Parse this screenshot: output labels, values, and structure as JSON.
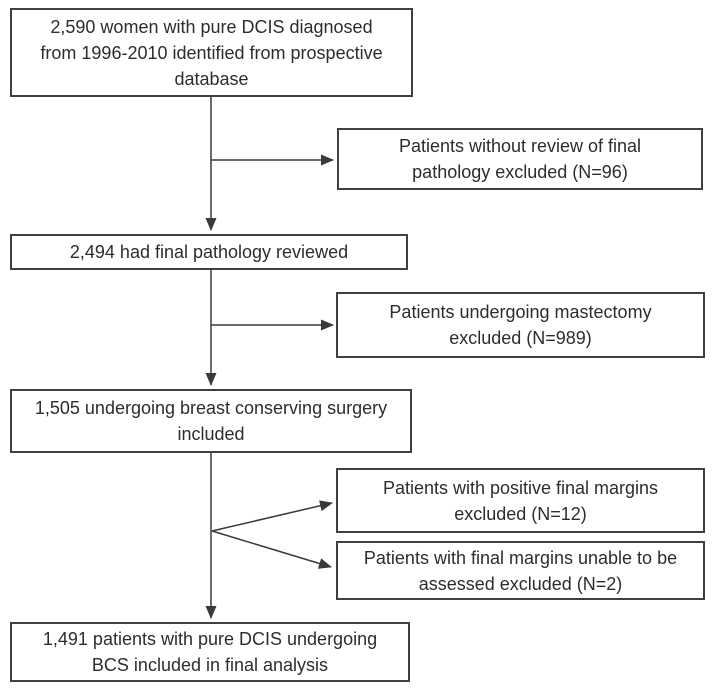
{
  "flowchart": {
    "type": "patient-flow-diagram",
    "main_boxes": [
      {
        "id": "cohort-identified",
        "n": "2,590",
        "lines": [
          "2,590 women with pure DCIS diagnosed",
          "from 1996-2010 identified from prospective",
          "database"
        ]
      },
      {
        "id": "pathology-reviewed",
        "n": "2,494",
        "lines": [
          "2,494 had final pathology reviewed"
        ]
      },
      {
        "id": "bcs-included",
        "n": "1,505",
        "lines": [
          "1,505 undergoing breast conserving surgery",
          "included"
        ]
      },
      {
        "id": "final-analysis",
        "n": "1,491",
        "lines": [
          "1,491 patients with pure DCIS undergoing",
          "BCS included in final analysis"
        ]
      }
    ],
    "exclusion_boxes": [
      {
        "id": "no-pathology-review",
        "n_excluded": "96",
        "lines": [
          "Patients without review of final",
          "pathology excluded (N=96)"
        ]
      },
      {
        "id": "mastectomy-excluded",
        "n_excluded": "989",
        "lines": [
          "Patients undergoing mastectomy",
          "excluded (N=989)"
        ]
      },
      {
        "id": "positive-margins-excluded",
        "n_excluded": "12",
        "lines": [
          "Patients with positive final margins",
          "excluded (N=12)"
        ]
      },
      {
        "id": "margins-not-assessed-excluded",
        "n_excluded": "2",
        "lines": [
          "Patients with final margins unable to be",
          "assessed excluded (N=2)"
        ]
      }
    ],
    "colors": {
      "background": "#ffffff",
      "box_border": "#3f3f3f",
      "text": "#2d2d2d",
      "connector": "#3a3a3a"
    }
  }
}
